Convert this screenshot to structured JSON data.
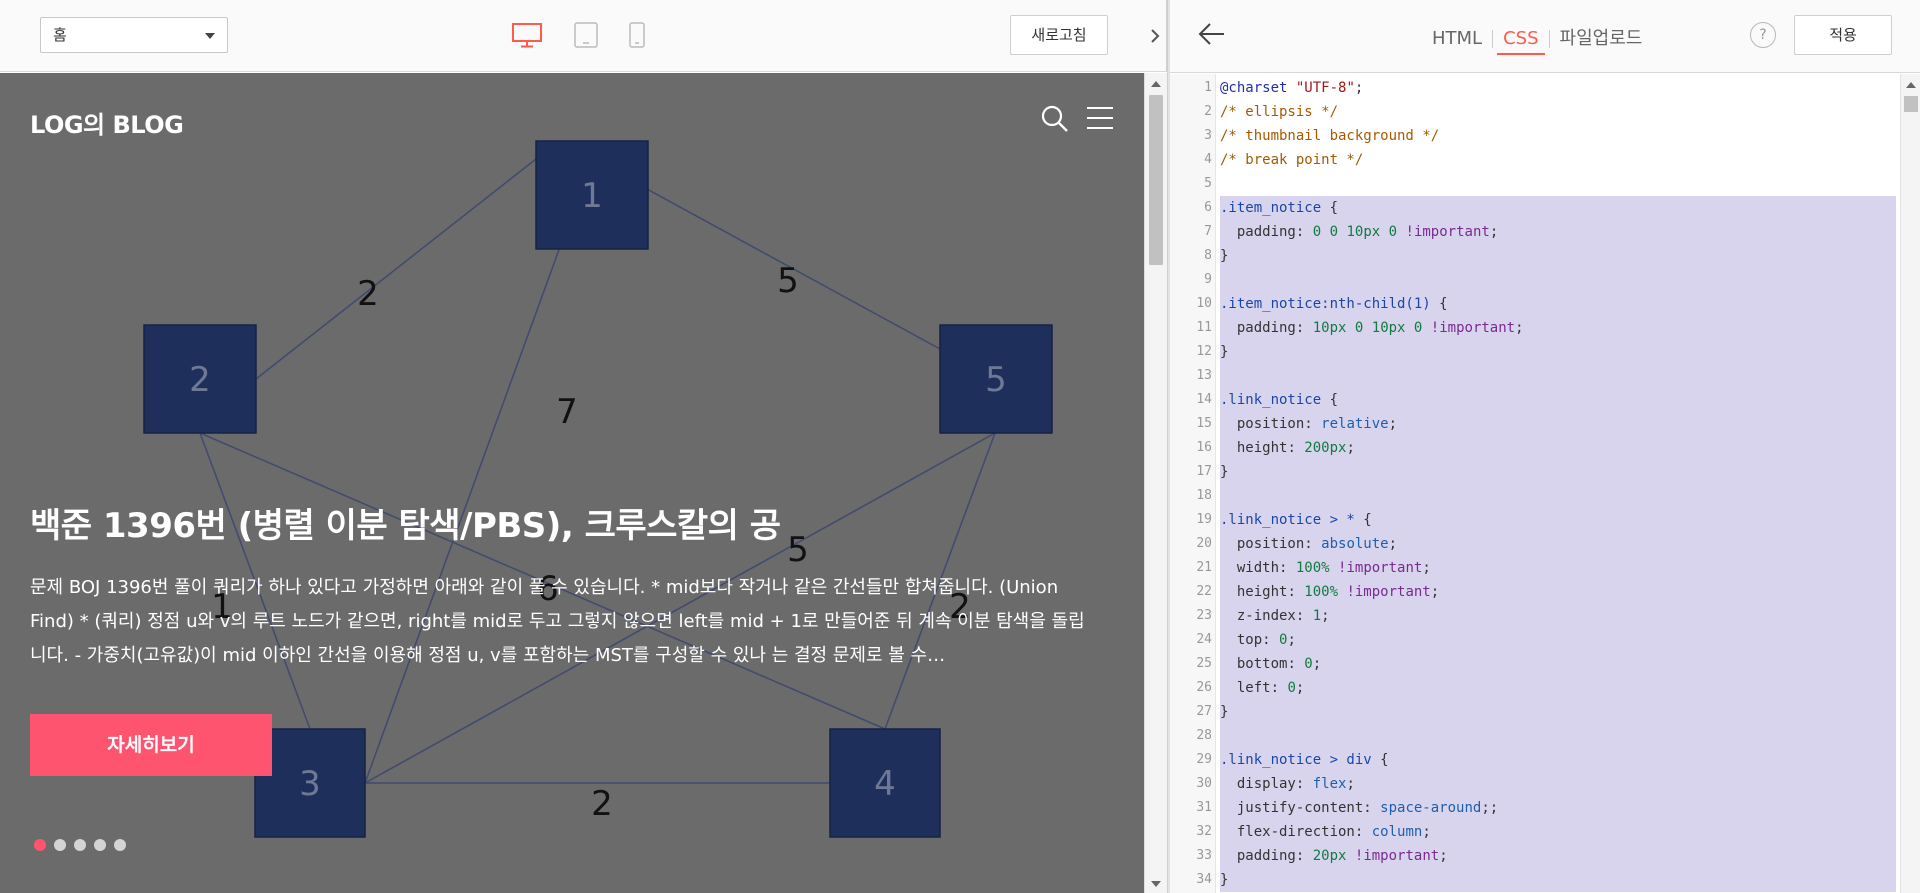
{
  "toolbar": {
    "page_select": "홈",
    "devices": [
      "desktop-icon",
      "tablet-icon",
      "mobile-icon"
    ],
    "refresh_label": "새로고침"
  },
  "preview": {
    "blog_title": "LOG의 BLOG",
    "post_title": "백준 1396번 (병렬 이분 탐색/PBS), 크루스칼의 공",
    "post_excerpt": "문제 BOJ 1396번 풀이 쿼리가 하나 있다고 가정하면 아래와 같이 풀 수 있습니다. * mid보다 작거나 같은 간선들만 합쳐줍니다. (Union Find) * (쿼리) 정점 u와 v의 루트 노드가 같으면, right를 mid로 두고 그렇지 않으면 left를 mid + 1로 만들어준 뒤 계속 이분 탐색을 돌립니다.  - 가중치(고유값)이 mid 이하인 간선을 이용해 정점 u, v를 포함하는 MST를 구성할 수 있나 는 결정 문제로 볼 수…",
    "more_label": "자세히보기",
    "slide_count": 5,
    "active_slide": 1,
    "accent": "#ff5470",
    "graph": {
      "nodes": [
        "1",
        "2",
        "5",
        "3",
        "4"
      ],
      "edge_labels": [
        "2",
        "5",
        "7",
        "5",
        "6",
        "1",
        "2",
        "2"
      ]
    }
  },
  "editor": {
    "tabs": [
      "HTML",
      "CSS",
      "파일업로드"
    ],
    "active_tab": "CSS",
    "help_label": "?",
    "apply_label": "적용",
    "accent": "#ff5a4a",
    "lines": [
      "@charset \"UTF-8\";",
      "/* ellipsis */",
      "/* thumbnail background */",
      "/* break point */",
      "",
      ".item_notice {",
      "  padding: 0 0 10px 0 !important;",
      "}",
      "",
      ".item_notice:nth-child(1) {",
      "  padding: 10px 0 10px 0 !important;",
      "}",
      "",
      ".link_notice {",
      "  position: relative;",
      "  height: 200px;",
      "}",
      "",
      ".link_notice > * {",
      "  position: absolute;",
      "  width: 100% !important;",
      "  height: 100% !important;",
      "  z-index: 1;",
      "  top: 0;",
      "  bottom: 0;",
      "  left: 0;",
      "}",
      "",
      ".link_notice > div {",
      "  display: flex;",
      "  justify-content: space-around;;",
      "  flex-direction: column;",
      "  padding: 20px !important;",
      "}"
    ],
    "highlight_from_line": 6
  }
}
